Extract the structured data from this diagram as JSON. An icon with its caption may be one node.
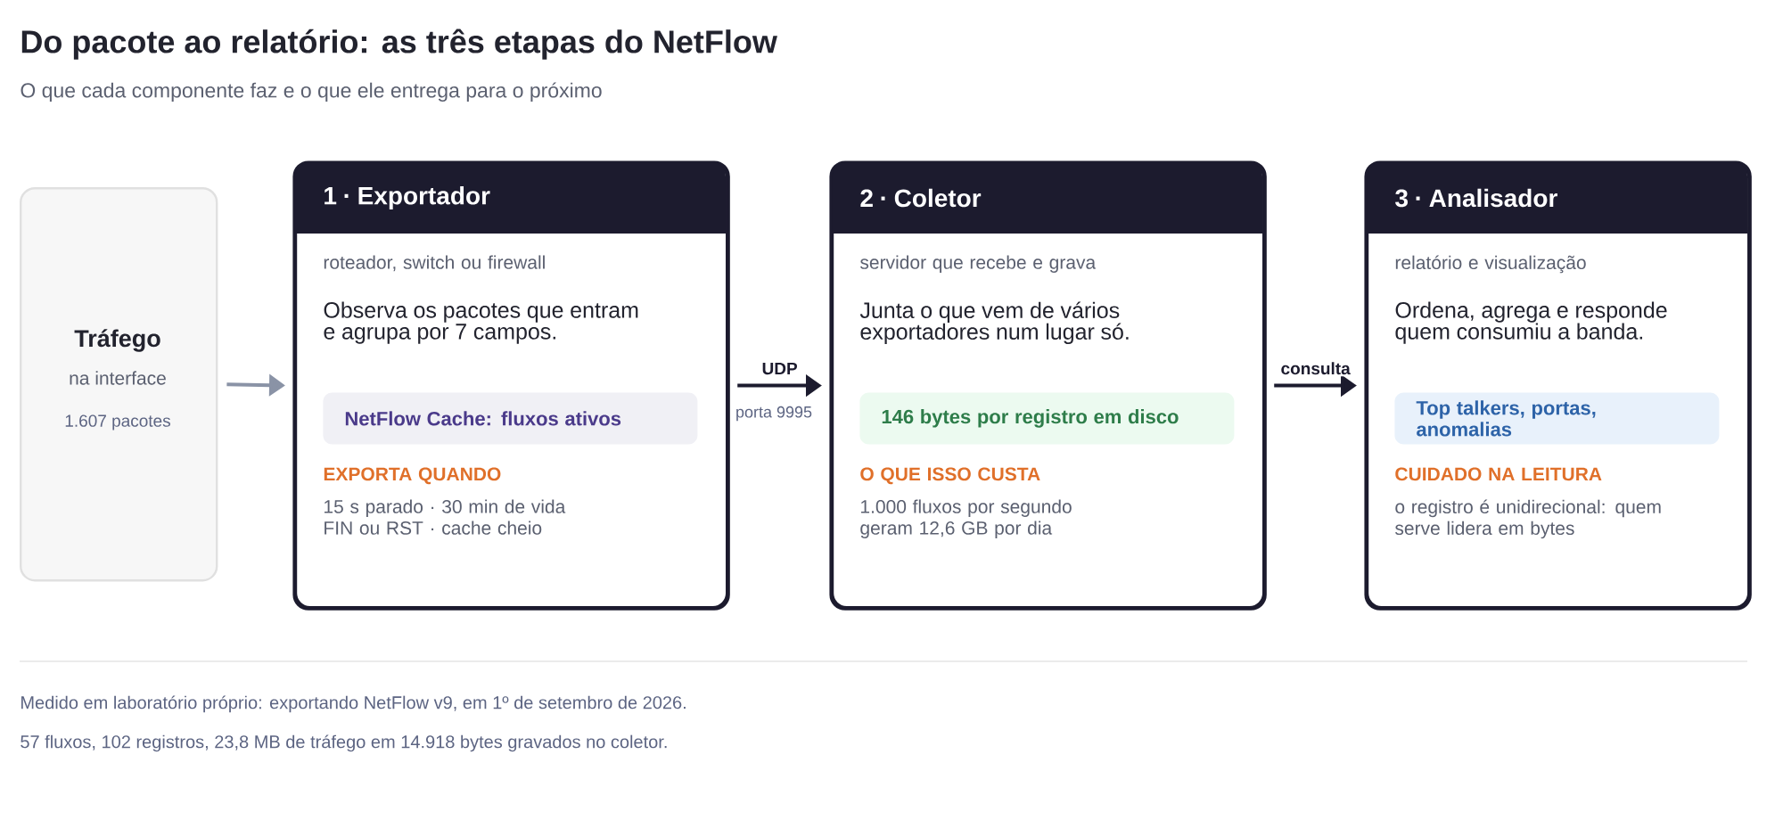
{
  "diagram": {
    "title": "Do pacote ao relatório: as três etapas do NetFlow",
    "nodes": [
      {
        "text": [
          "Tráfego",
          "na interface",
          "1.607 pacotes"
        ]
      },
      {
        "text": [
          "1 · Exportador",
          "roteador, switch ou firewall",
          "Observa os pacotes que entram e agrupa por 7 campos.",
          "EXPORTA QUANDO",
          "15 s parado · 30 min de vida FIN ou RST · cache cheio"
        ]
      },
      {
        "text": [
          "NetFlow Cache: fluxos ativos"
        ],
        "in": 1
      },
      {
        "text": [
          "2 · Coletor",
          "servidor que recebe e grava",
          "Junta o que vem de vários exportadores num lugar só.",
          "O QUE ISSO CUSTA",
          "1.000 fluxos por segundo geram 12,6 GB por dia"
        ]
      },
      {
        "text": [
          "146 bytes por registro em disco"
        ],
        "in": 3
      },
      {
        "text": [
          "3 · Analisador",
          "relatório e visualização",
          "Ordena, agrega e responde quem consumiu a banda.",
          "CUIDADO NA LEITURA",
          "o registro é unidirecional: quem serve lidera em bytes"
        ]
      },
      {
        "text": [
          "Top talkers, portas, anomalias"
        ],
        "in": 5
      }
    ],
    "edges": [
      {
        "from": 0,
        "to": 1,
        "arrow": "to",
        "color": "#8a93a6"
      },
      {
        "from": 1,
        "to": 3,
        "arrow": "to",
        "label": "UDP"
      },
      {
        "from": 3,
        "to": 5,
        "arrow": "to",
        "label": "consulta"
      }
    ],
    "labels": [
      "O que cada componente faz e o que ele entrega para o próximo",
      "porta 9995",
      "Medido em laboratório próprio: exportando NetFlow v9, em 1º de setembro de 2026.",
      "57 fluxos, 102 registros, 23,8 MB de tráfego em 14.918 bytes gravados no coletor."
    ]
  }
}
